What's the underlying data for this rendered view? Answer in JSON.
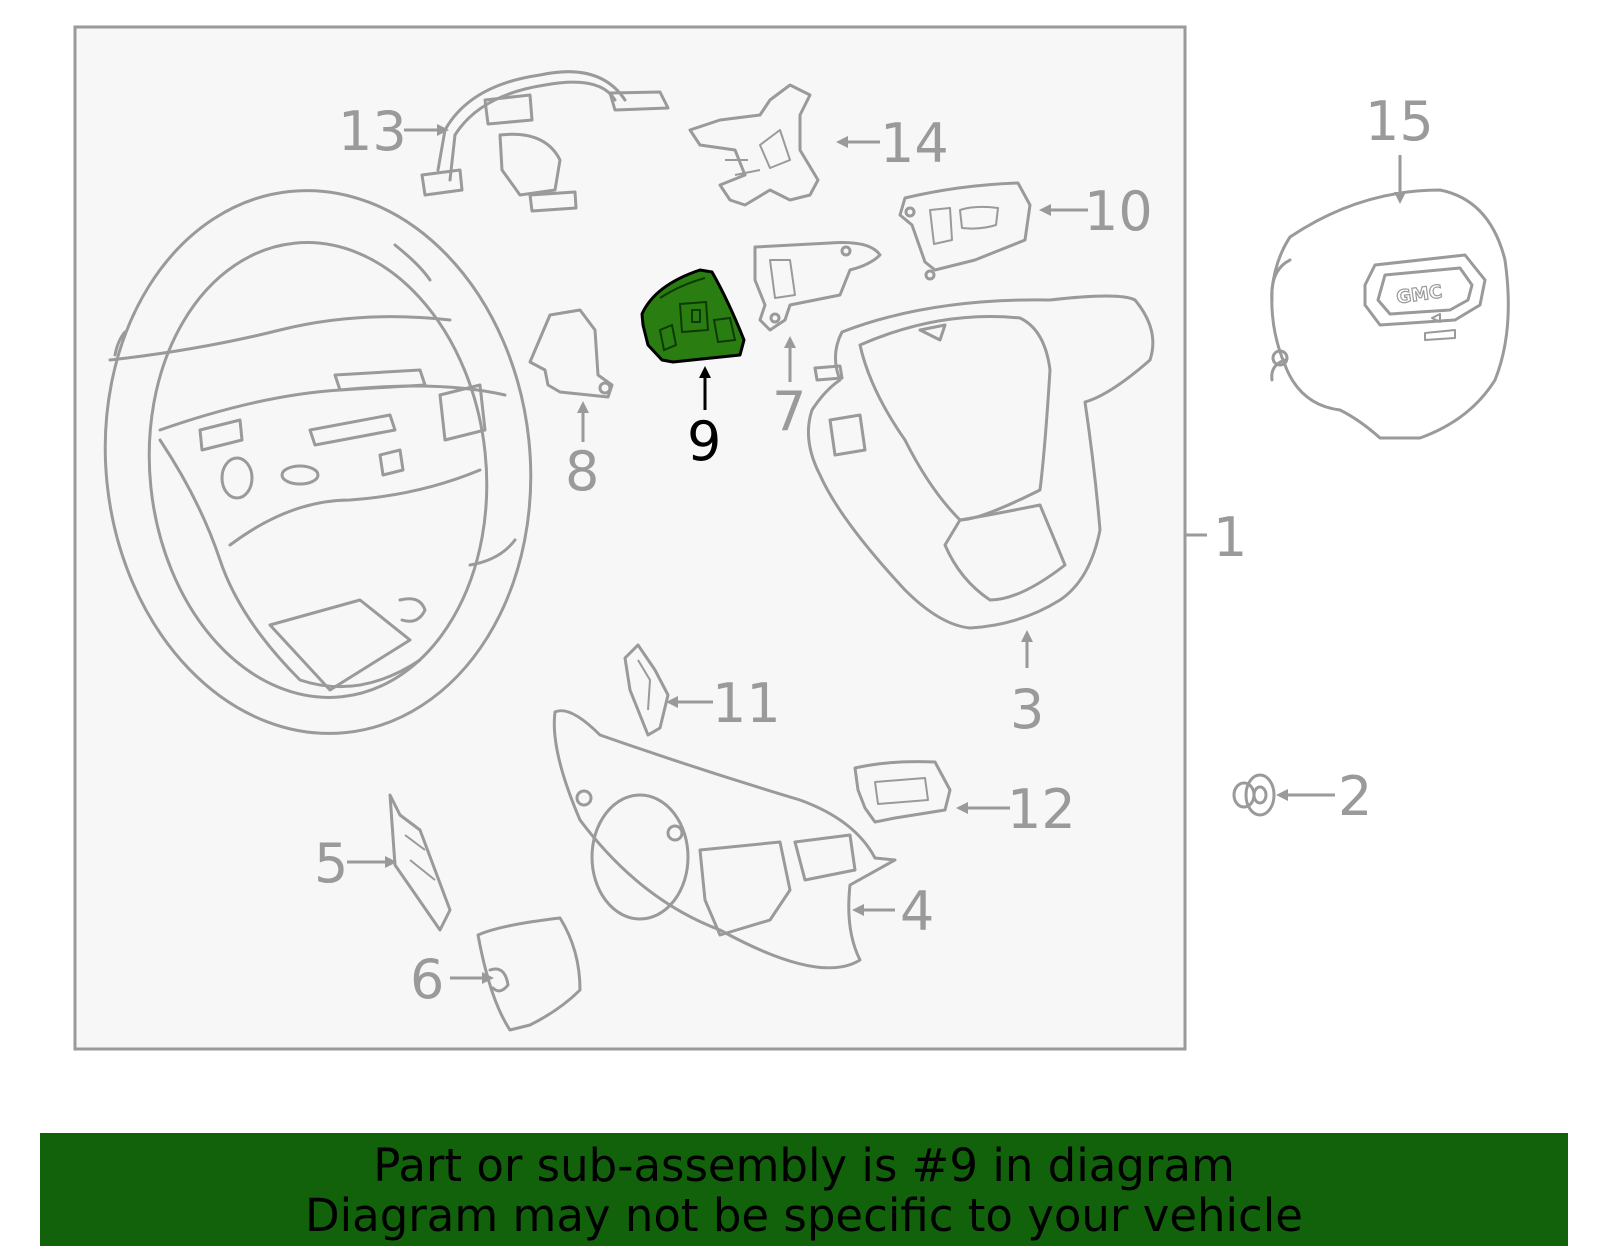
{
  "diagram": {
    "highlighted_part": "9",
    "callouts": {
      "c1": "1",
      "c2": "2",
      "c3": "3",
      "c4": "4",
      "c5": "5",
      "c6": "6",
      "c7": "7",
      "c8": "8",
      "c9": "9",
      "c10": "10",
      "c11": "11",
      "c12": "12",
      "c13": "13",
      "c14": "14",
      "c15": "15"
    },
    "logo_text": "GMC",
    "colors": {
      "part_outline": "#9a9a9a",
      "highlight_fill": "#2a7d10",
      "banner_bg": "#12620c",
      "panel_bg": "#f7f7f7"
    }
  },
  "banner": {
    "line1": "Part or sub-assembly is #9 in diagram",
    "line2": "Diagram may not be specific to your vehicle"
  }
}
